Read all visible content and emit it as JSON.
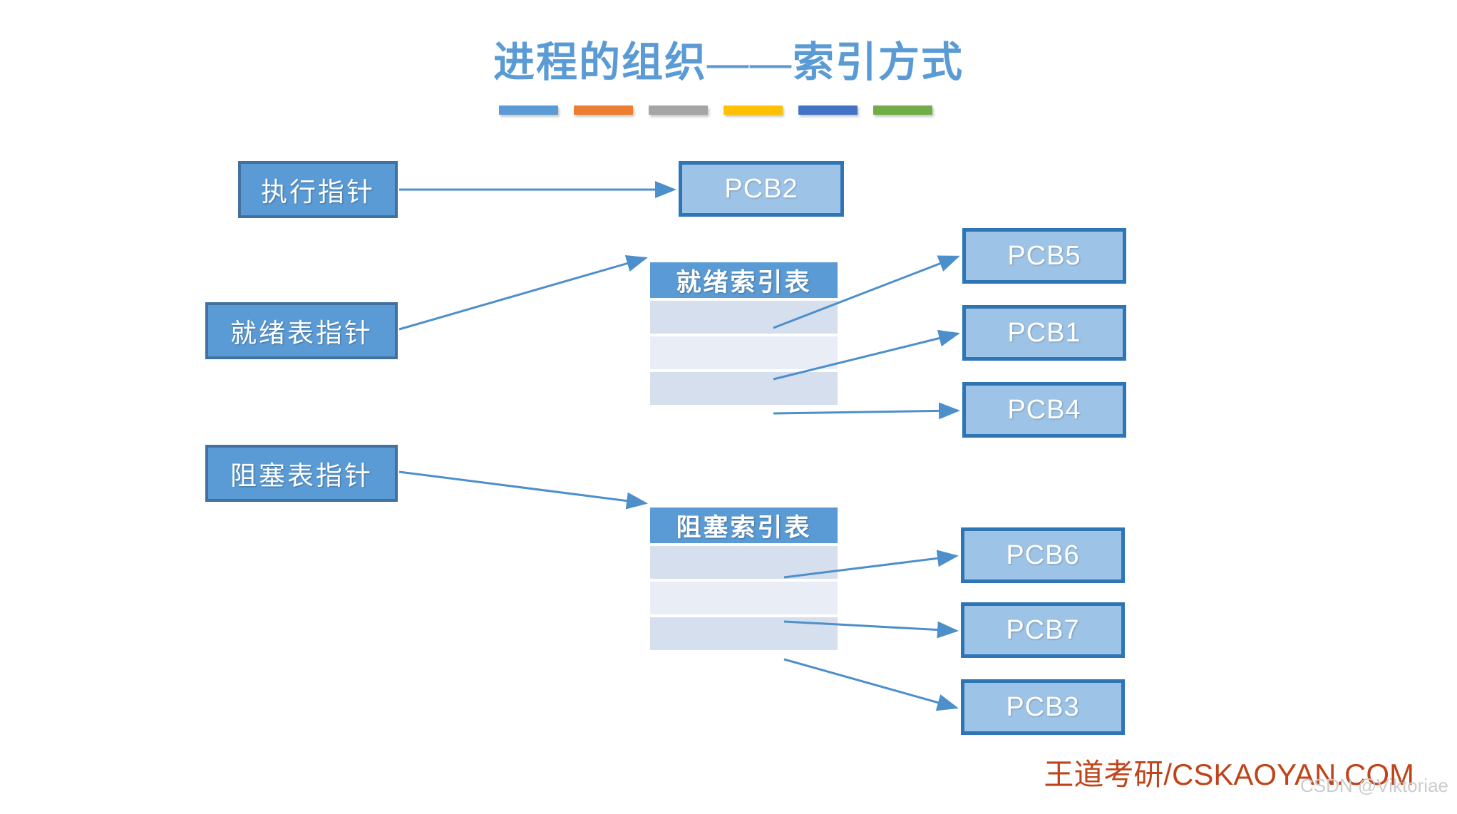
{
  "slide": {
    "title": "进程的组织——索引方式",
    "title_color": "#5b9bd5",
    "background": "#ffffff"
  },
  "accent_bars": [
    {
      "name": "bar-blue-light",
      "color": "#5b9bd5"
    },
    {
      "name": "bar-orange",
      "color": "#ed7d31"
    },
    {
      "name": "bar-gray",
      "color": "#a5a5a5"
    },
    {
      "name": "bar-yellow",
      "color": "#ffc000"
    },
    {
      "name": "bar-blue-dark",
      "color": "#4472c4"
    },
    {
      "name": "bar-green",
      "color": "#70ad47"
    }
  ],
  "pointers": [
    {
      "id": "exec",
      "label": "执行指针"
    },
    {
      "id": "ready",
      "label": "就绪表指针"
    },
    {
      "id": "blocked",
      "label": "阻塞表指针"
    }
  ],
  "tables": {
    "ready": {
      "header": "就绪索引表",
      "rows": [
        "",
        "",
        ""
      ]
    },
    "blocked": {
      "header": "阻塞索引表",
      "rows": [
        "",
        "",
        ""
      ]
    }
  },
  "pcbs": {
    "running": {
      "label": "PCB2"
    },
    "ready": [
      {
        "label": "PCB5"
      },
      {
        "label": "PCB1"
      },
      {
        "label": "PCB4"
      }
    ],
    "blocked": [
      {
        "label": "PCB6"
      },
      {
        "label": "PCB7"
      },
      {
        "label": "PCB3"
      }
    ]
  },
  "colors": {
    "pointer_fill": "#5b9bd5",
    "pointer_border": "#41719c",
    "pcb_fill": "#9dc3e6",
    "pcb_border": "#2e75b6",
    "table_header_fill": "#5b9bd5",
    "table_row_a": "#d5dfee",
    "table_row_b": "#e8edf6",
    "arrow": "#4d8fcb"
  },
  "footer": {
    "brand": "王道考研/CSKAOYAN.COM",
    "brand_color": "#c0441a",
    "watermark": "CSDN @Viktoriae"
  }
}
